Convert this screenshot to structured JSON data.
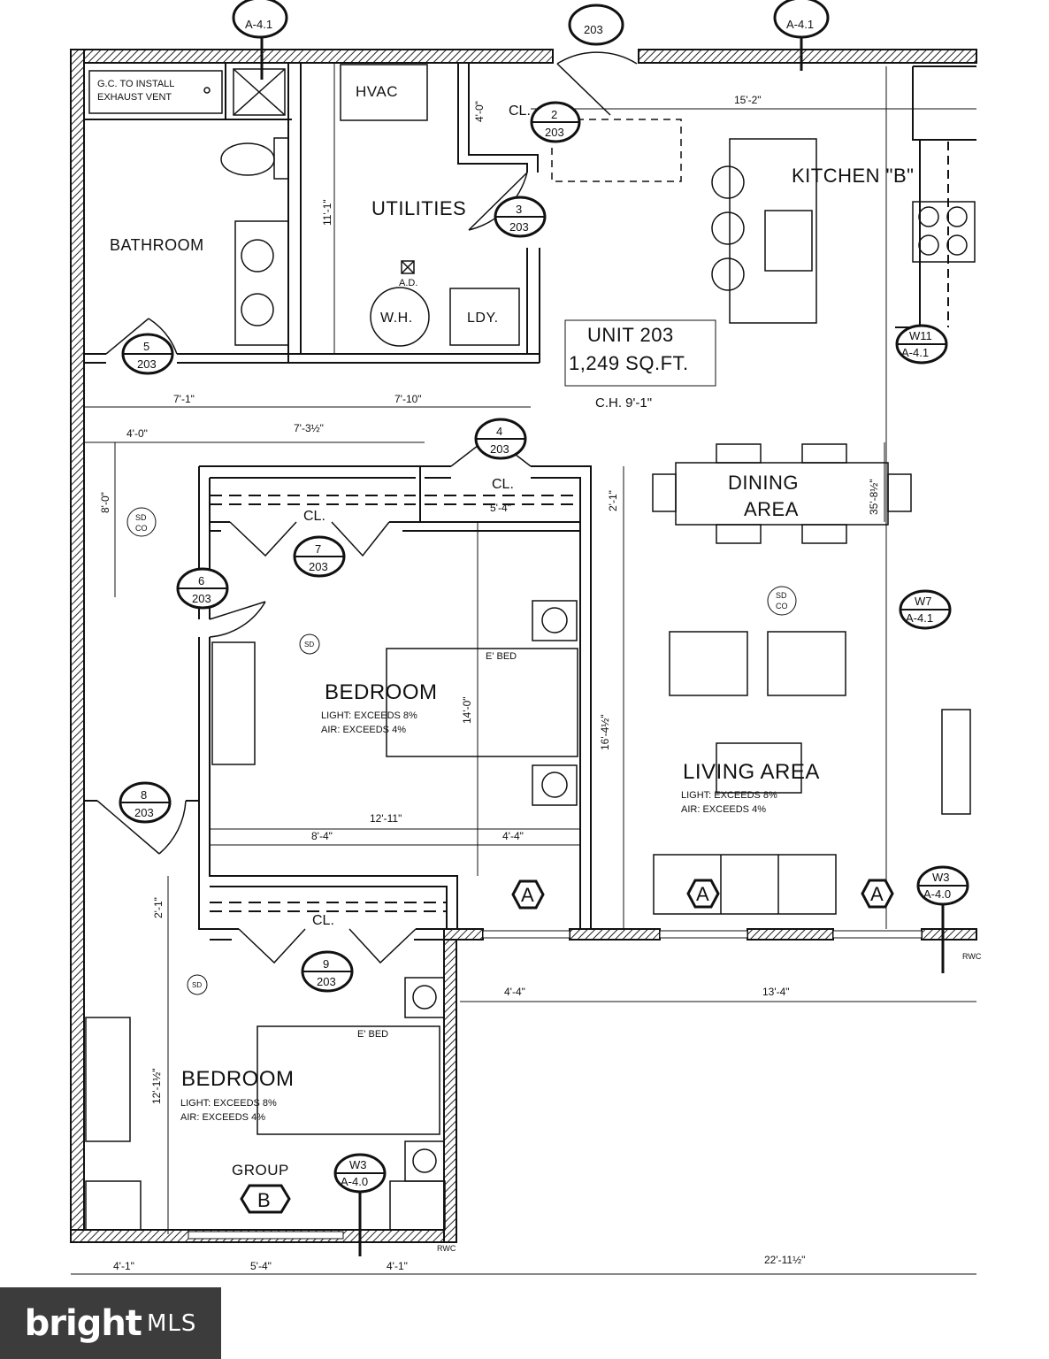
{
  "rooms": {
    "kitchen": "KITCHEN \"B\"",
    "utilities": "UTILITIES",
    "bathroom": "BATHROOM",
    "hvac": "HVAC",
    "wh": "W.H.",
    "ldy": "LDY.",
    "ad": "A.D.",
    "dining_line1": "DINING",
    "dining_line2": "AREA",
    "living": "LIVING AREA",
    "bedroom1": "BEDROOM",
    "bedroom2": "BEDROOM",
    "closet": "CL.",
    "bed": "E' BED",
    "group": "GROUP",
    "exhaust_line1": "G.C. TO INSTALL",
    "exhaust_line2": "EXHAUST VENT",
    "light": "LIGHT: EXCEEDS 8%",
    "air": "AIR: EXCEEDS 4%",
    "sd": "SD",
    "co": "CO",
    "rwc": "RWC"
  },
  "unit": {
    "name": "UNIT 203",
    "area": "1,249 SQ.FT.",
    "ceiling": "C.H. 9'-1\""
  },
  "dimensions": {
    "d_15_2": "15'-2\"",
    "d_4_0v": "4'-0\"",
    "d_11_11": "11'-1\"",
    "d_7_1": "7'-1\"",
    "d_7_10": "7'-10\"",
    "d_7_3": "7'-3½\"",
    "d_4_0": "4'-0\"",
    "d_8_0": "8'-0\"",
    "d_5_4a": "5'-4\"",
    "d_2_1a": "2'-1\"",
    "d_35_8": "35'-8½\"",
    "d_14_0": "14'-0\"",
    "d_16_4": "16'-4½\"",
    "d_12_11": "12'-11\"",
    "d_8_4": "8'-4\"",
    "d_4_4a": "4'-4\"",
    "d_2_1b": "2'-1\"",
    "d_4_4b": "4'-4\"",
    "d_13_4": "13'-4\"",
    "d_12_1": "12'-1½\"",
    "d_4_1a": "4'-1\"",
    "d_5_4b": "5'-4\"",
    "d_4_1b": "4'-1\"",
    "d_22_11": "22'-11½\""
  },
  "tags": {
    "t2_num": "2",
    "t2_sheet": "203",
    "t3_num": "3",
    "t3_sheet": "203",
    "t4_num": "4",
    "t4_sheet": "203",
    "t5_num": "5",
    "t5_sheet": "203",
    "t6_num": "6",
    "t6_sheet": "203",
    "t7_num": "7",
    "t7_sheet": "203",
    "t8_num": "8",
    "t8_sheet": "203",
    "t9_num": "9",
    "t9_sheet": "203",
    "top_a41_a": "A-4.1",
    "top_203": "203",
    "top_a41_b": "A-4.1",
    "w11": "W11",
    "w11_sheet": "A-4.1",
    "w7": "W7",
    "w7_sheet": "A-4.1",
    "w3a": "W3",
    "w3a_sheet": "A-4.0",
    "w3b": "W3",
    "w3b_sheet": "A-4.0",
    "group_a": "A",
    "group_b": "B"
  },
  "brand": {
    "name": "bright",
    "suffix": "MLS"
  }
}
